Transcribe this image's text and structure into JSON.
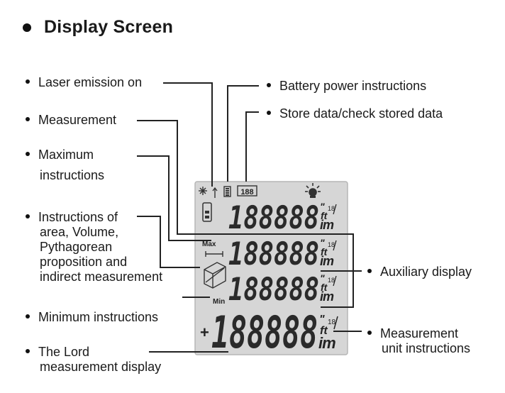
{
  "title": "Display Screen",
  "labels": {
    "laser": "Laser emission on",
    "measurement": "Measurement",
    "maximum_1": "Maximum",
    "maximum_2": "instructions",
    "area_1": "Instructions of",
    "area_2": "area, Volume,",
    "area_3": "Pythagorean",
    "area_4": "proposition and",
    "area_5": "indirect measurement",
    "minimum": "Minimum instructions",
    "lord_1": "The Lord",
    "lord_2": "measurement display",
    "battery": "Battery power instructions",
    "store": "Store data/check stored data",
    "auxiliary": "Auxiliary display",
    "unit_1": "Measurement",
    "unit_2": "unit instructions"
  },
  "lcd": {
    "digits_aux": "188888",
    "digits_main": "188888",
    "max": "Max",
    "min": "Min",
    "plus": "+",
    "ft": "ft",
    "m": "m",
    "i": "i",
    "quote": "\"",
    "frac": "18",
    "store_box": "188"
  }
}
